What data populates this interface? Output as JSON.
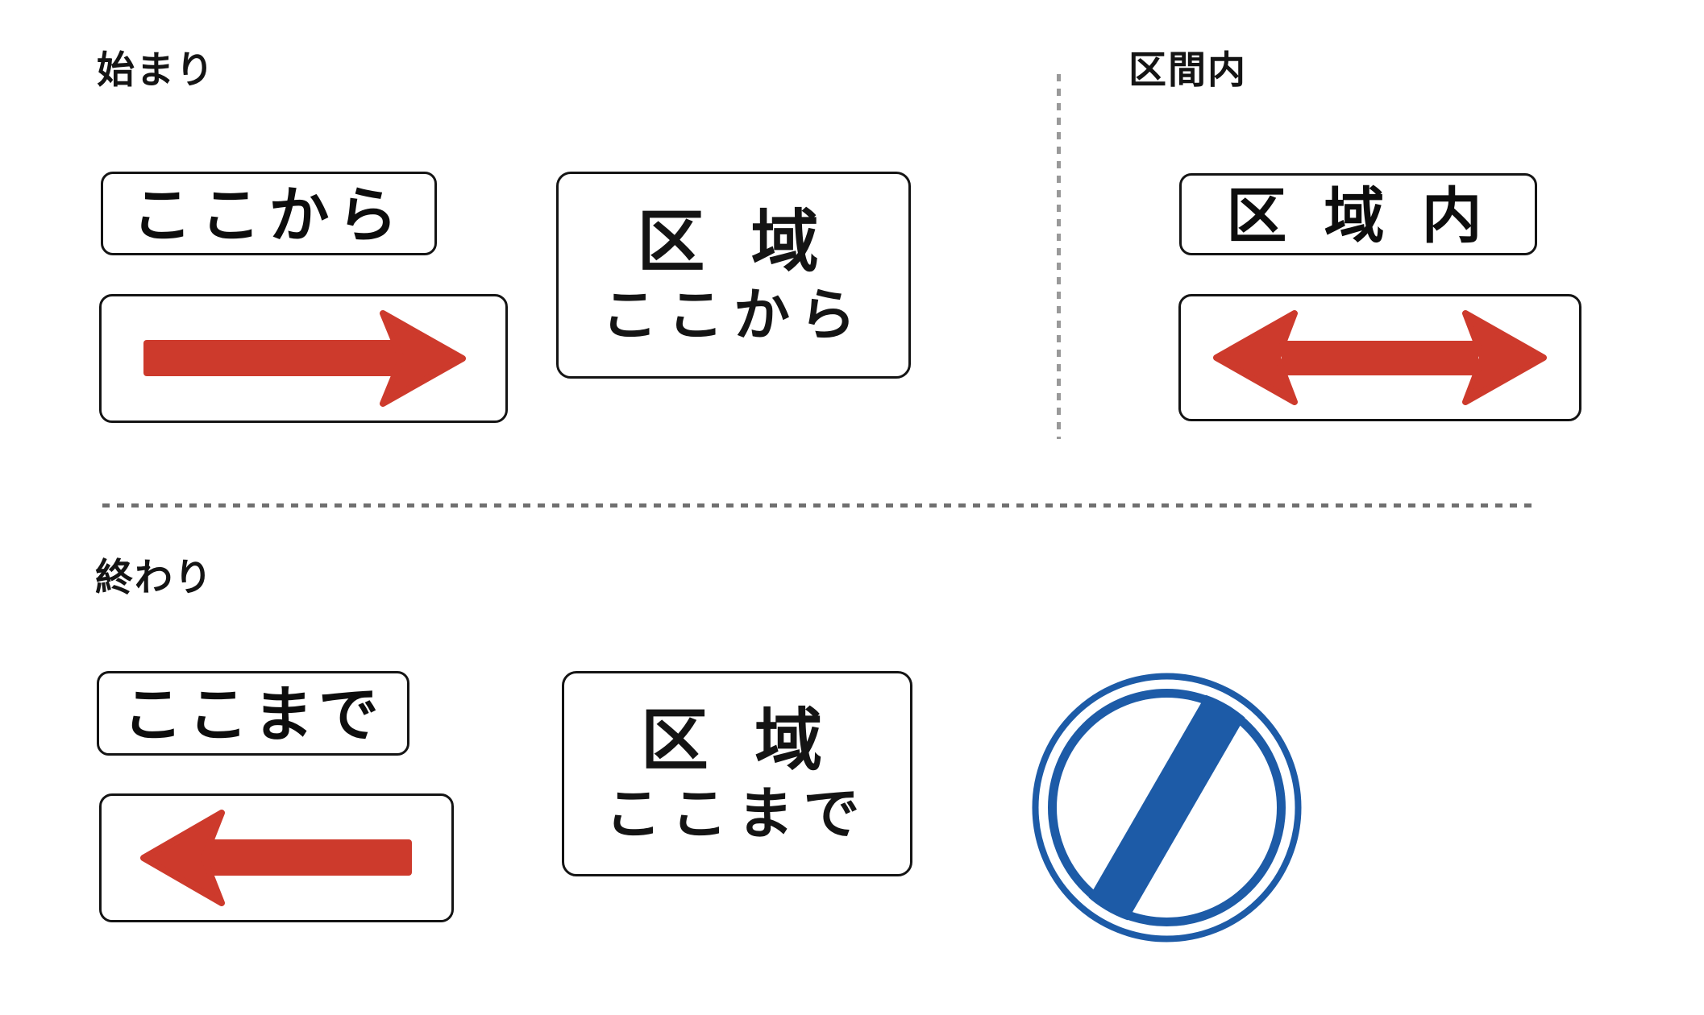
{
  "colors": {
    "red": "#cd3a2c",
    "blue": "#1d5ba7",
    "ink": "#141414",
    "divider_v": "#999999",
    "divider_h": "#707070",
    "bg": "#ffffff"
  },
  "icons": {
    "arrow_right": "red-arrow-right",
    "arrow_both": "red-arrow-double-headed",
    "arrow_left": "red-arrow-left",
    "end_of_restriction": "blue-circle-with-diagonal-slash"
  },
  "sections": {
    "beginning": {
      "label": "始まり",
      "from_sign": "ここから",
      "zone_line1": "区 域",
      "zone_line2": "ここから"
    },
    "within": {
      "label": "区間内",
      "zone_sign": "区 域 内"
    },
    "end": {
      "label": "終わり",
      "until_sign": "ここまで",
      "zone_line1": "区 域",
      "zone_line2": "ここまで"
    }
  }
}
